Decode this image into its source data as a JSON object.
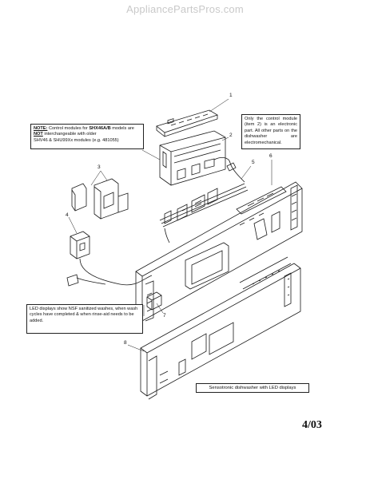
{
  "watermark": "AppliancePartsPros.com",
  "notes": {
    "modules_note_label": "NOTE:",
    "modules_note_text_1": " Control modules for ",
    "modules_note_model": "SHX46A/B",
    "modules_note_text_2": " models are ",
    "modules_note_not": "NOT",
    "modules_note_text_3": " interchangeable with older ",
    "modules_note_text_4": "SHV46 & SHU99Xx modules (e.g. 481055)",
    "electronic_note": "Only the control module (item 2) is an electronic part. All other parts on the dishwasher are electromechanical.",
    "led_note": "LED displays show NSF sanitized washes, when wash cycles have completed & when rinse-aid needs to be added.",
    "caption": "Sensotronic dishwasher with LED displays"
  },
  "date": "4/03",
  "callouts": [
    "1",
    "2",
    "3",
    "4",
    "5",
    "6",
    "7",
    "8"
  ]
}
